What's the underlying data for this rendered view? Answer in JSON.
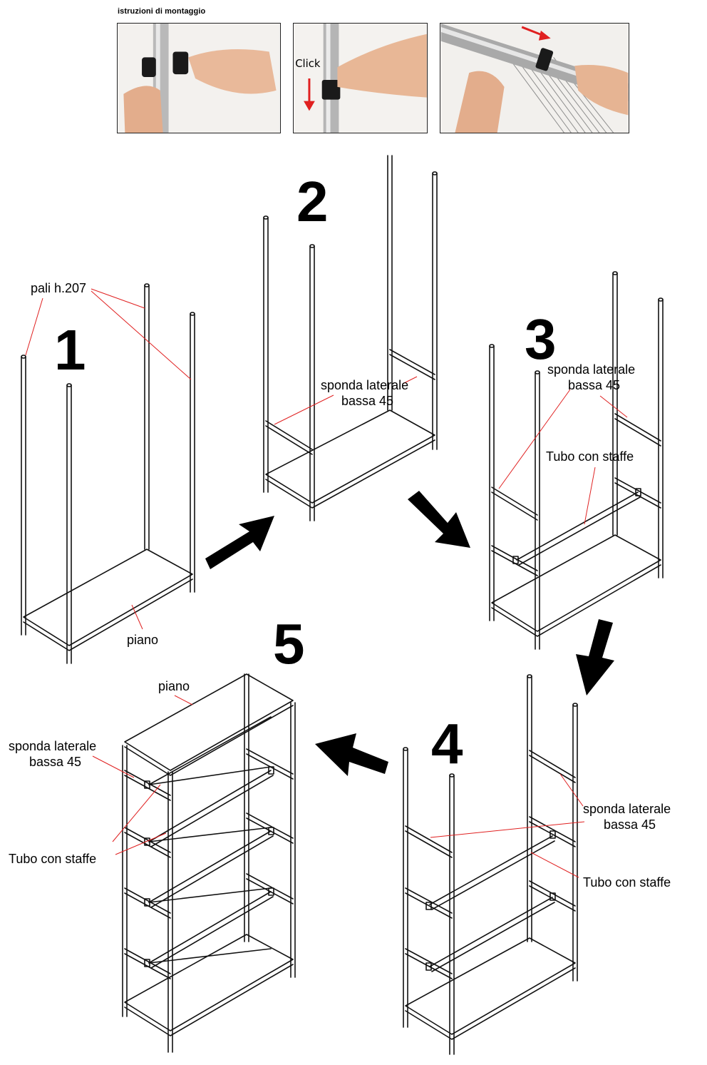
{
  "header": {
    "title": "istruzioni di montaggio"
  },
  "photos": [
    {
      "caption": ""
    },
    {
      "caption": "Click"
    },
    {
      "caption": ""
    }
  ],
  "steps": [
    {
      "number": "1",
      "labels": {
        "poles": "pali h.207",
        "shelf": "piano"
      }
    },
    {
      "number": "2",
      "labels": {
        "side_line1": "sponda laterale",
        "side_line2": "bassa 45"
      }
    },
    {
      "number": "3",
      "labels": {
        "side_line1": "sponda laterale",
        "side_line2": "bassa 45",
        "tube": "Tubo con staffe"
      }
    },
    {
      "number": "4",
      "labels": {
        "side_line1": "sponda laterale",
        "side_line2": "bassa 45",
        "tube": "Tubo con staffe"
      }
    },
    {
      "number": "5",
      "labels": {
        "shelf": "piano",
        "side_line1": "sponda laterale",
        "side_line2": "bassa 45",
        "tube": "Tubo con staffe"
      }
    }
  ],
  "colors": {
    "leader": "#e02020",
    "arrow": "#000000",
    "line": "#111111"
  }
}
